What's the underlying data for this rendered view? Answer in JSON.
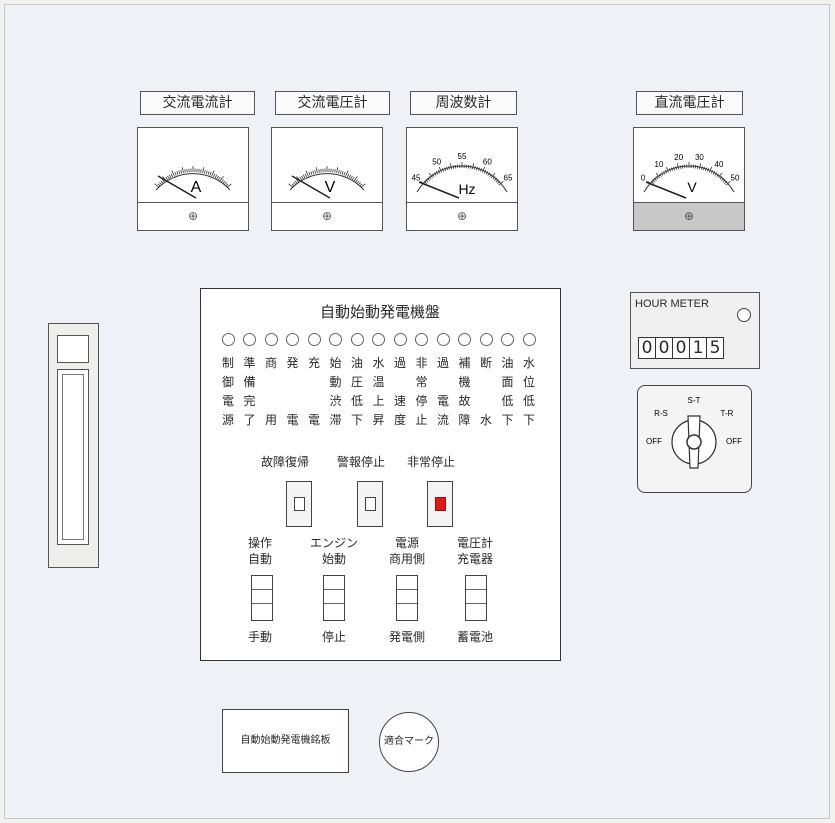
{
  "meters": [
    {
      "label": "交流電流計",
      "unit": "A",
      "ticks": []
    },
    {
      "label": "交流電圧計",
      "unit": "V",
      "ticks": []
    },
    {
      "label": "周波数計",
      "unit": "Hz",
      "ticks": [
        "45",
        "50",
        "55",
        "60",
        "65"
      ]
    },
    {
      "label": "直流電圧計",
      "unit": "V",
      "ticks": [
        "0",
        "10",
        "20",
        "30",
        "40",
        "50"
      ]
    }
  ],
  "zero_adjust_symbol": "⊕",
  "hour_meter": {
    "label": "HOUR METER",
    "digits": [
      "0",
      "0",
      "0",
      "1",
      "5"
    ]
  },
  "selector": {
    "top": "S-T",
    "left": "R-S",
    "right": "T-R",
    "off_left": "OFF",
    "off_right": "OFF"
  },
  "auto_panel": {
    "title": "自動始動発電機盤",
    "lamps": [
      [
        "制",
        "御",
        "電",
        "源"
      ],
      [
        "準",
        "備",
        "完",
        "了"
      ],
      [
        "商",
        "",
        "",
        "用"
      ],
      [
        "発",
        "",
        "",
        "電"
      ],
      [
        "充",
        "",
        "",
        "電"
      ],
      [
        "始",
        "動",
        "渋",
        "滞"
      ],
      [
        "油",
        "圧",
        "低",
        "下"
      ],
      [
        "水",
        "温",
        "上",
        "昇"
      ],
      [
        "過",
        "",
        "速",
        "度"
      ],
      [
        "非",
        "常",
        "停",
        "止"
      ],
      [
        "過",
        "",
        "電",
        "流"
      ],
      [
        "補",
        "機",
        "故",
        "障"
      ],
      [
        "断",
        "",
        "",
        "水"
      ],
      [
        "油",
        "面",
        "低",
        "下"
      ],
      [
        "水",
        "位",
        "低",
        "下"
      ]
    ],
    "push_buttons": [
      "故障復帰",
      "警報停止",
      "非常停止"
    ],
    "toggles": [
      {
        "top": [
          "操作",
          "自動"
        ],
        "bottom": "手動"
      },
      {
        "top": [
          "エンジン",
          "始動"
        ],
        "bottom": "停止"
      },
      {
        "top": [
          "電源",
          "商用側"
        ],
        "bottom": "発電側"
      },
      {
        "top": [
          "電圧計",
          "充電器"
        ],
        "bottom": "蓄電池"
      }
    ]
  },
  "nameplate": "自動始動発電機銘板",
  "mark": "適合マーク",
  "colors": {
    "panel": "#eef1f6",
    "emergency": "#e01818"
  }
}
